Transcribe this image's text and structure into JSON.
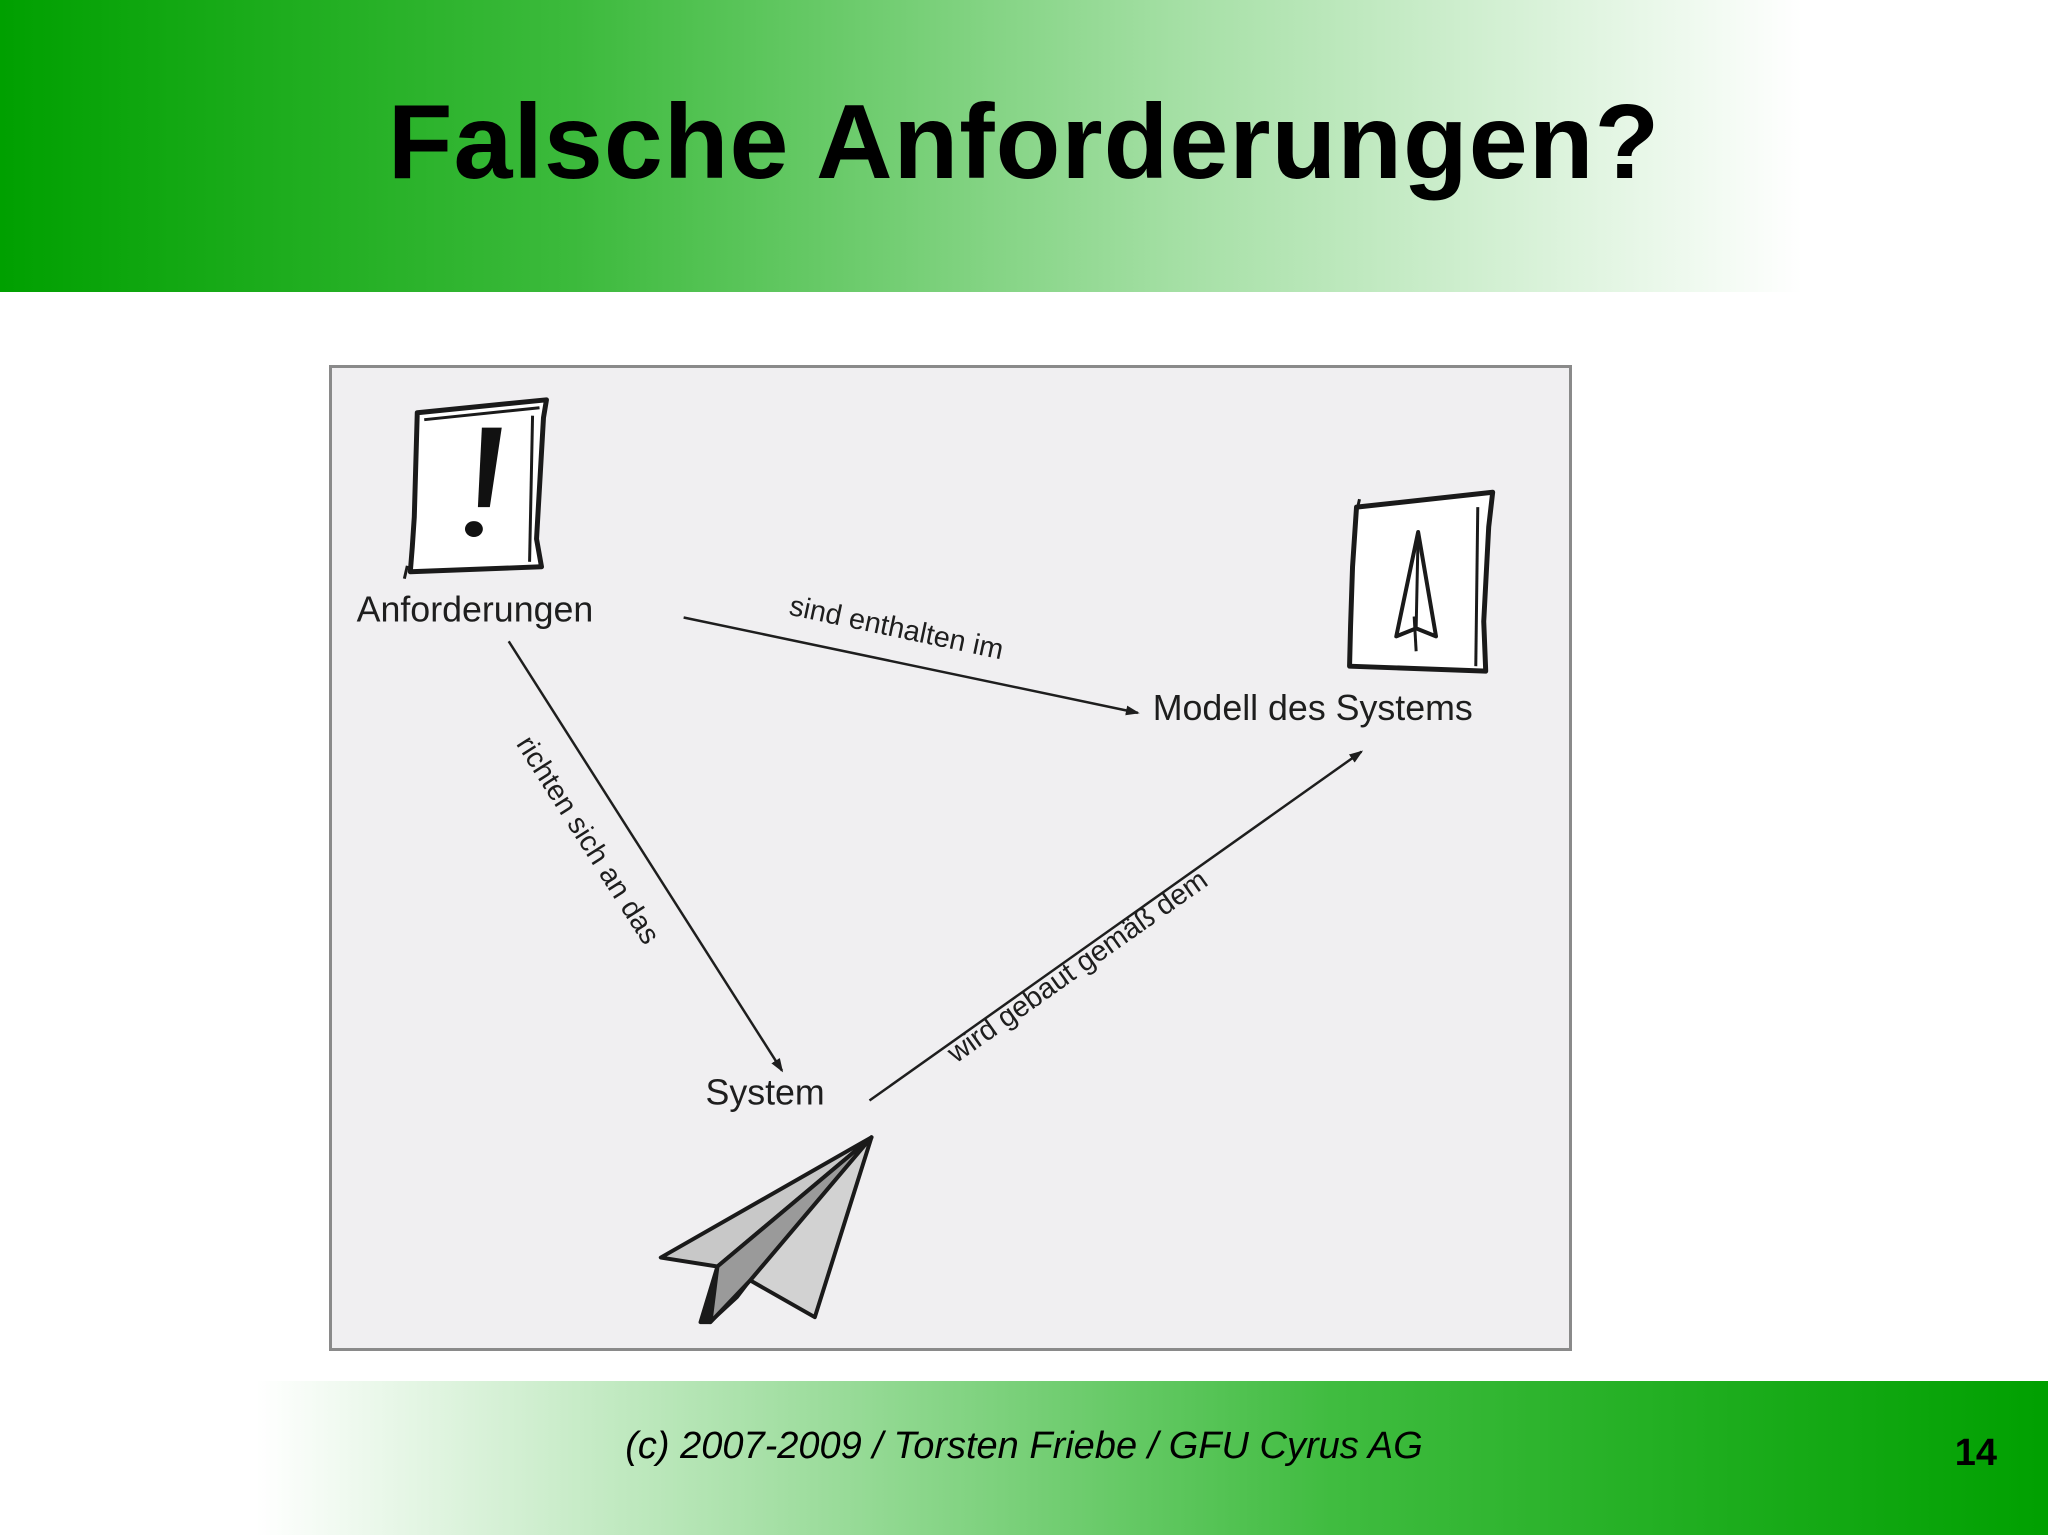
{
  "slide": {
    "title": "Falsche Anforderungen?",
    "footer": "(c) 2007-2009 / Torsten Friebe / GFU Cyrus AG",
    "page_number": "14"
  },
  "diagram": {
    "nodes": {
      "requirements": "Anforderungen",
      "model": "Modell des Systems",
      "system": "System"
    },
    "edges": {
      "requirements_to_model": "sind enthalten im",
      "requirements_to_system": "richten sich an das",
      "system_to_model": "wird gebaut gemäß dem"
    },
    "icons": {
      "requirements": "exclamation-sketch-icon",
      "model": "paper-plane-blueprint-icon",
      "system": "paper-plane-icon"
    }
  },
  "colors": {
    "brand_green": "#00a000",
    "figure_background": "#f0eff1",
    "ink": "#1e1e1e"
  }
}
